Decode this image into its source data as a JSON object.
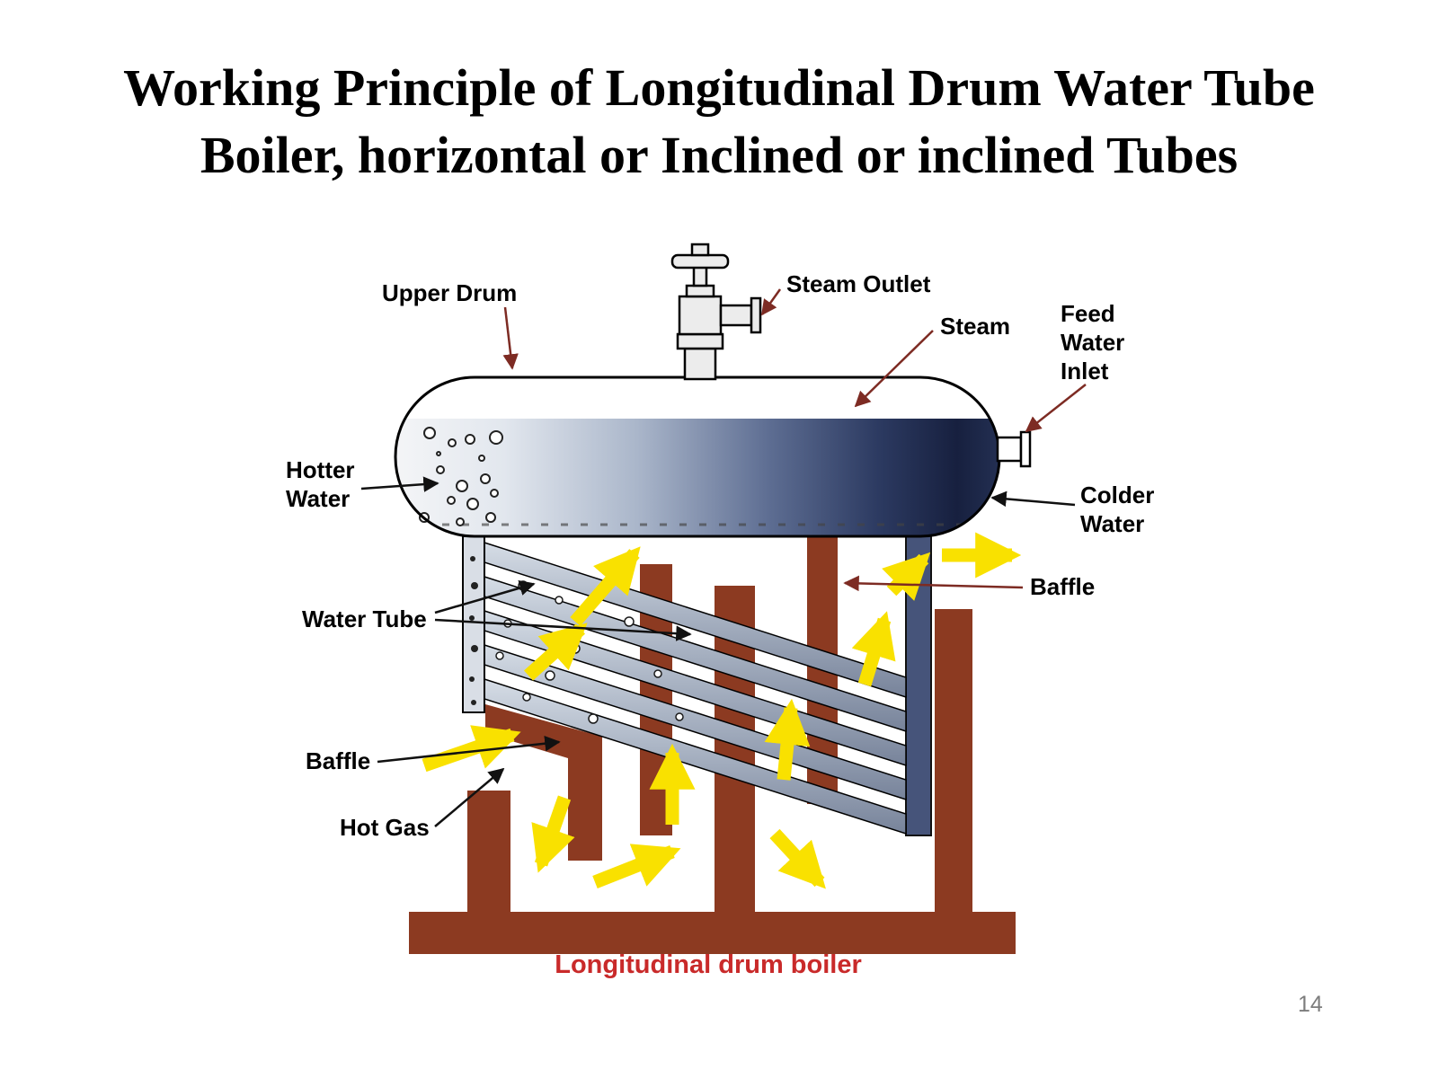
{
  "slide": {
    "title_line1": "Working Principle of Longitudinal Drum Water Tube",
    "title_line2": "Boiler, horizontal or Inclined or inclined Tubes",
    "caption": "Longitudinal drum boiler",
    "page_number": "14"
  },
  "diagram": {
    "labels": {
      "upper_drum": "Upper Drum",
      "steam_outlet": "Steam Outlet",
      "steam": "Steam",
      "feed_1": "Feed",
      "feed_2": "Water",
      "feed_3": "Inlet",
      "hotter_1": "Hotter",
      "hotter_2": "Water",
      "colder_1": "Colder",
      "colder_2": "Water",
      "baffle_right": "Baffle",
      "water_tube": "Water Tube",
      "baffle_left": "Baffle",
      "hot_gas": "Hot Gas"
    },
    "colors": {
      "baffle_brown": "#8C3A21",
      "hot_gas_yellow": "#F9E100",
      "drum_dark_blue": "#1C2747",
      "tube_gray_blue": "#8A97AD",
      "caption_red": "#C92A2A",
      "label_arrow_red": "#7D2B23"
    }
  }
}
